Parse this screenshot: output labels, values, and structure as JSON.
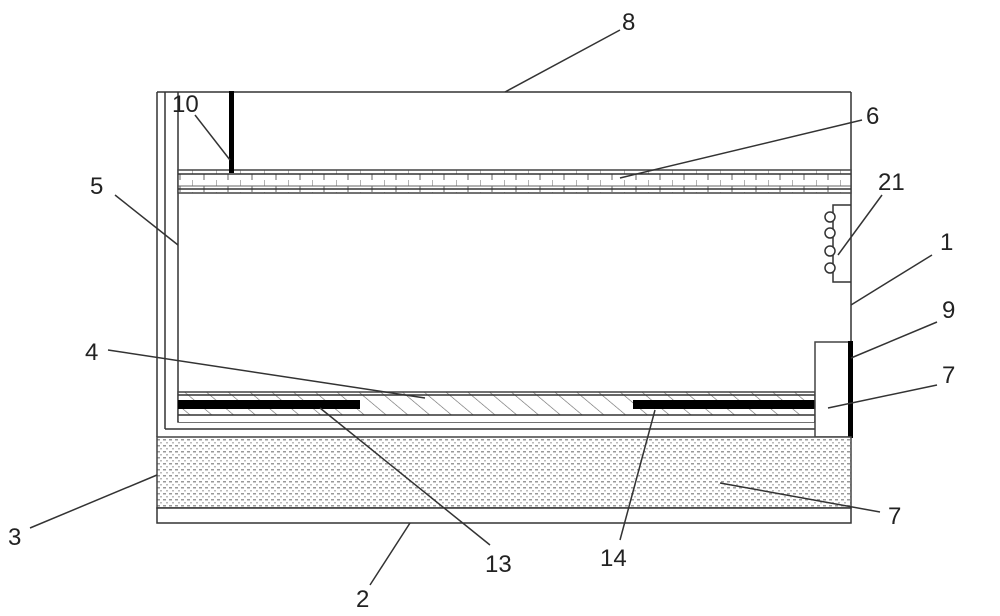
{
  "labels": {
    "l1": "1",
    "l2": "2",
    "l3": "3",
    "l4": "4",
    "l5": "5",
    "l6": "6",
    "l7a": "7",
    "l7b": "7",
    "l8": "8",
    "l9": "9",
    "l10": "10",
    "l13": "13",
    "l14": "14",
    "l21": "21"
  }
}
